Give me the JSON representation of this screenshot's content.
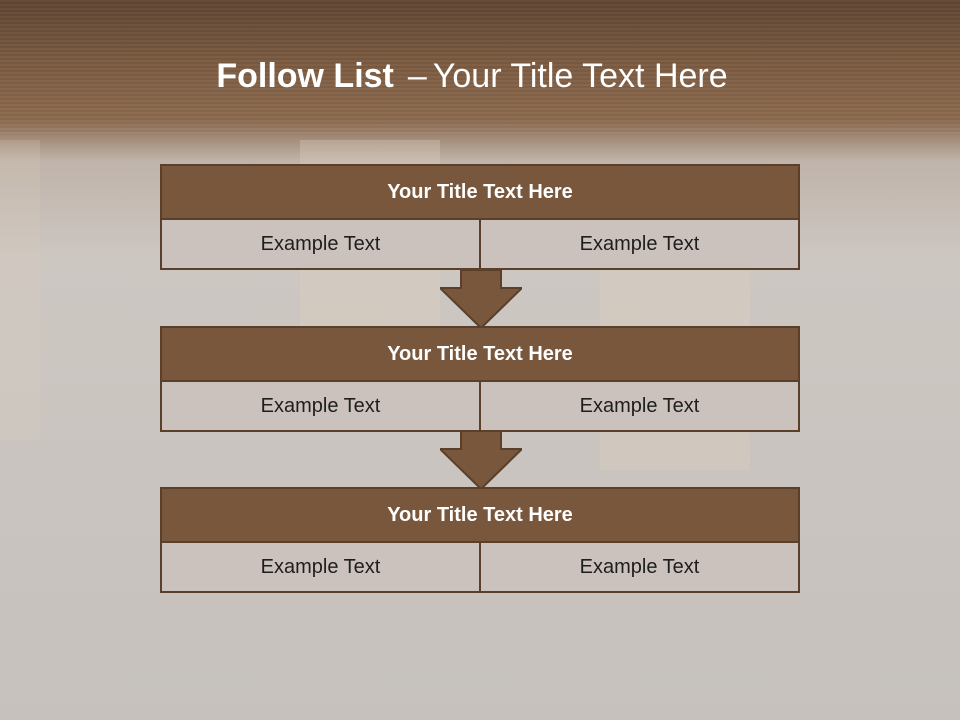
{
  "slide": {
    "title_bold": "Follow List",
    "title_dash": "–",
    "title_rest": "Your Title Text Here"
  },
  "steps": [
    {
      "title": "Your Title Text Here",
      "left": "Example Text",
      "right": "Example Text"
    },
    {
      "title": "Your Title Text Here",
      "left": "Example Text",
      "right": "Example Text"
    },
    {
      "title": "Your Title Text Here",
      "left": "Example Text",
      "right": "Example Text"
    }
  ],
  "colors": {
    "header_brown": "#78573c",
    "border_brown": "#5a3f2a",
    "cell_fill": "#cbc2bd",
    "arrow_fill": "#78573c"
  }
}
